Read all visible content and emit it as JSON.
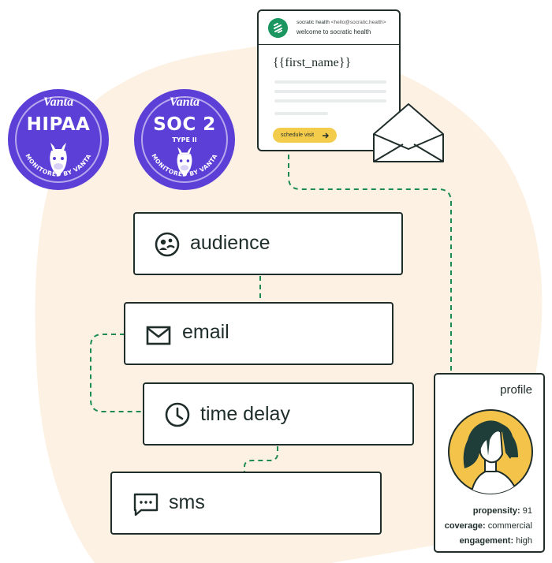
{
  "colors": {
    "background_blob": "#fdf1e3",
    "badge": "#5b3fd6",
    "ink": "#1f2d2b",
    "connector": "#1c8a55",
    "cta": "#f4cc4c",
    "avatar_bg": "#f4c44a",
    "logo": "#1c9660"
  },
  "badges": [
    {
      "brand": "Vanta",
      "cert": "HIPAA",
      "subcert": "",
      "footer": "MONITORED BY VANTA",
      "icon": "llama-icon"
    },
    {
      "brand": "Vanta",
      "cert": "SOC 2",
      "subcert": "TYPE II",
      "footer": "MONITORED BY VANTA",
      "icon": "llama-icon"
    }
  ],
  "email": {
    "sender_name": "socratic health",
    "sender_address": "<hello@socratic.health>",
    "subject": "welcome to socratic health",
    "greeting": "{{first_name}}",
    "cta_label": "schedule visit",
    "cta_icon": "arrow-right-icon",
    "logo_icon": "socratic-health-logo-icon",
    "envelope_icon": "envelope-open-icon"
  },
  "steps": [
    {
      "label": "audience",
      "icon": "audience-icon"
    },
    {
      "label": "email",
      "icon": "mail-icon"
    },
    {
      "label": "time delay",
      "icon": "clock-icon"
    },
    {
      "label": "sms",
      "icon": "chat-bubble-icon"
    }
  ],
  "profile": {
    "title": "profile",
    "avatar_icon": "person-avatar-icon",
    "facts": [
      {
        "key": "propensity:",
        "value": "91"
      },
      {
        "key": "coverage:",
        "value": "commercial"
      },
      {
        "key": "engagement:",
        "value": "high"
      }
    ]
  }
}
